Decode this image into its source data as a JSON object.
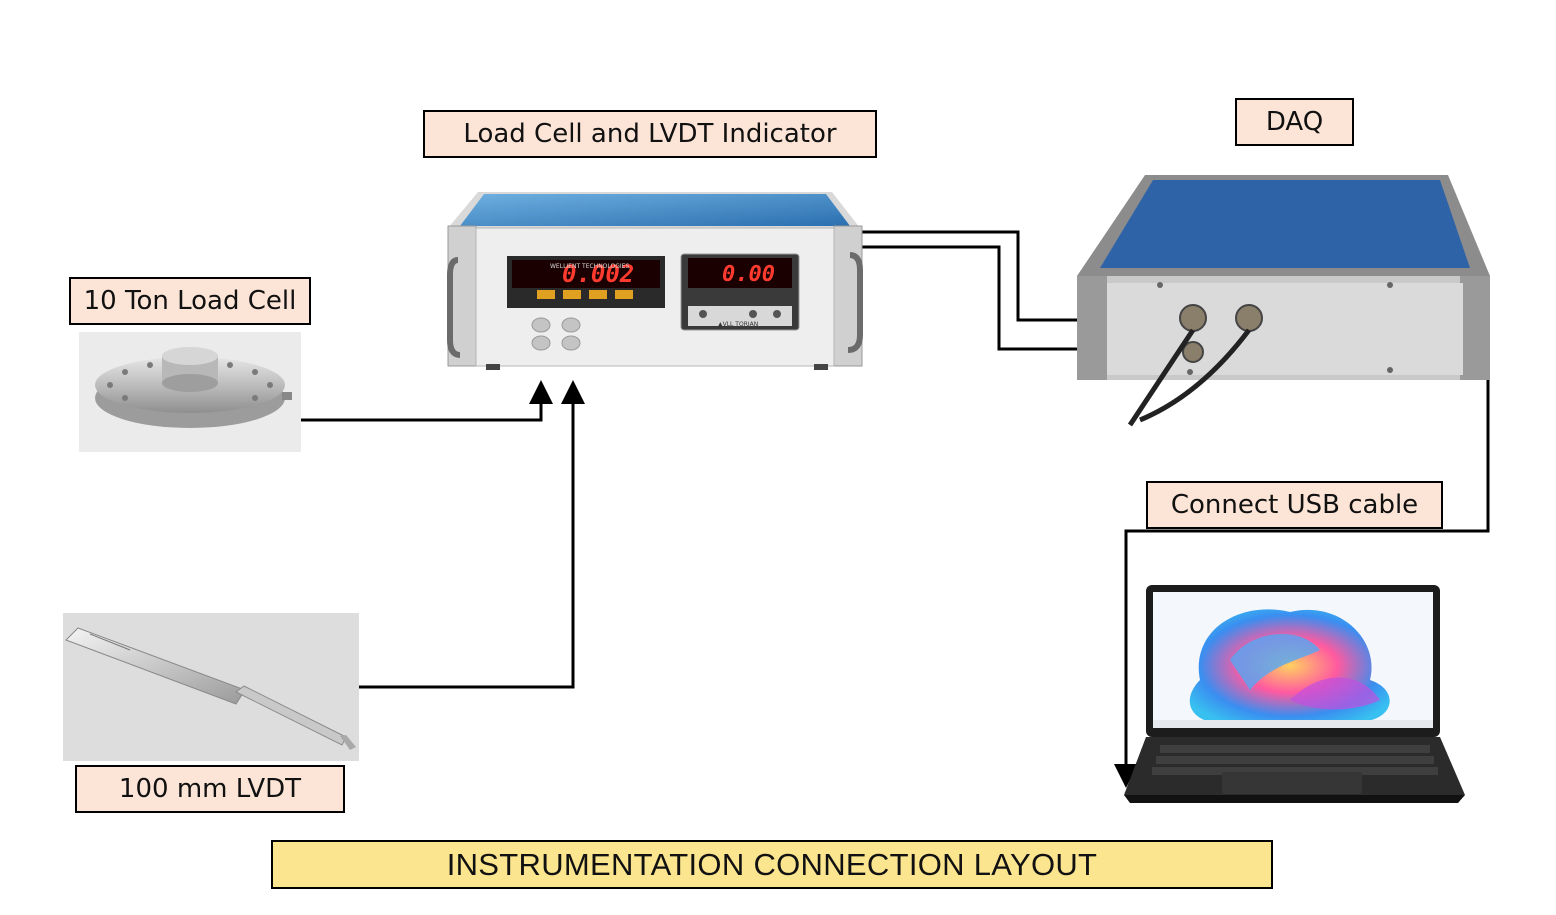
{
  "labels": {
    "indicator": "Load Cell and LVDT Indicator",
    "daq": "DAQ",
    "load_cell": "10 Ton Load Cell",
    "lvdt": "100 mm LVDT",
    "usb": "Connect USB cable"
  },
  "title": "INSTRUMENTATION CONNECTION LAYOUT",
  "indicator_device": {
    "display_left": "0.002",
    "display_right": "0.00",
    "left_brand": "WELLIENT TECHNOLOGIES",
    "right_brand": "▲VLL TORIAN"
  }
}
